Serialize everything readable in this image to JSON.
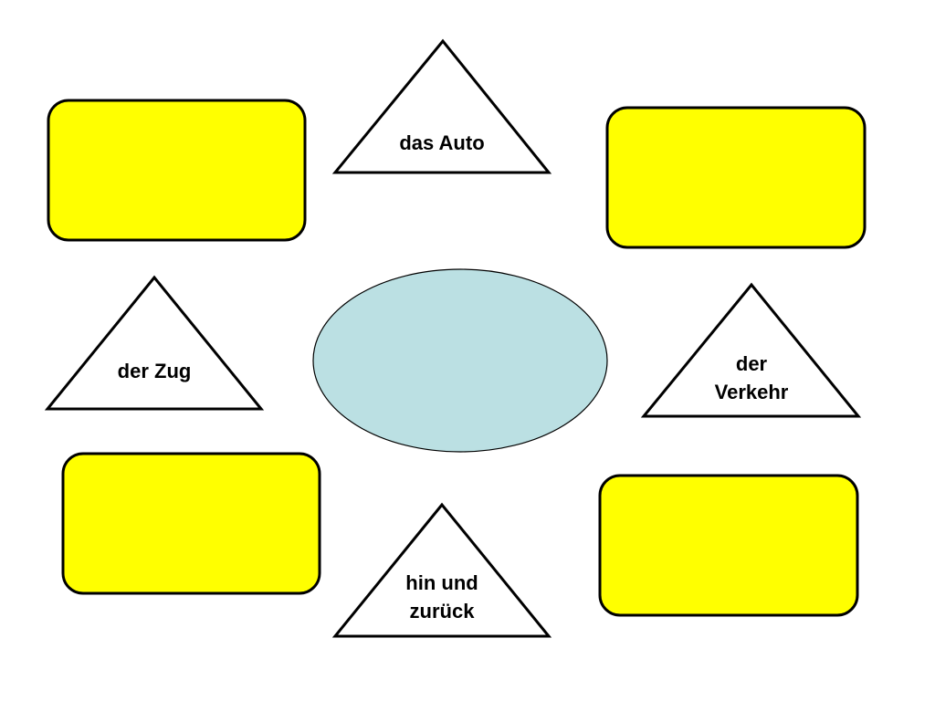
{
  "colors": {
    "box_fill": "#ffff00",
    "ellipse_fill": "#bbe0e3",
    "triangle_fill": "#ffffff",
    "stroke": "#000000"
  },
  "triangles": [
    {
      "lines": [
        "das Auto"
      ]
    },
    {
      "lines": [
        "der Zug"
      ]
    },
    {
      "lines": [
        "der",
        "Verkehr"
      ]
    },
    {
      "lines": [
        "hin und",
        "zurück"
      ]
    }
  ]
}
